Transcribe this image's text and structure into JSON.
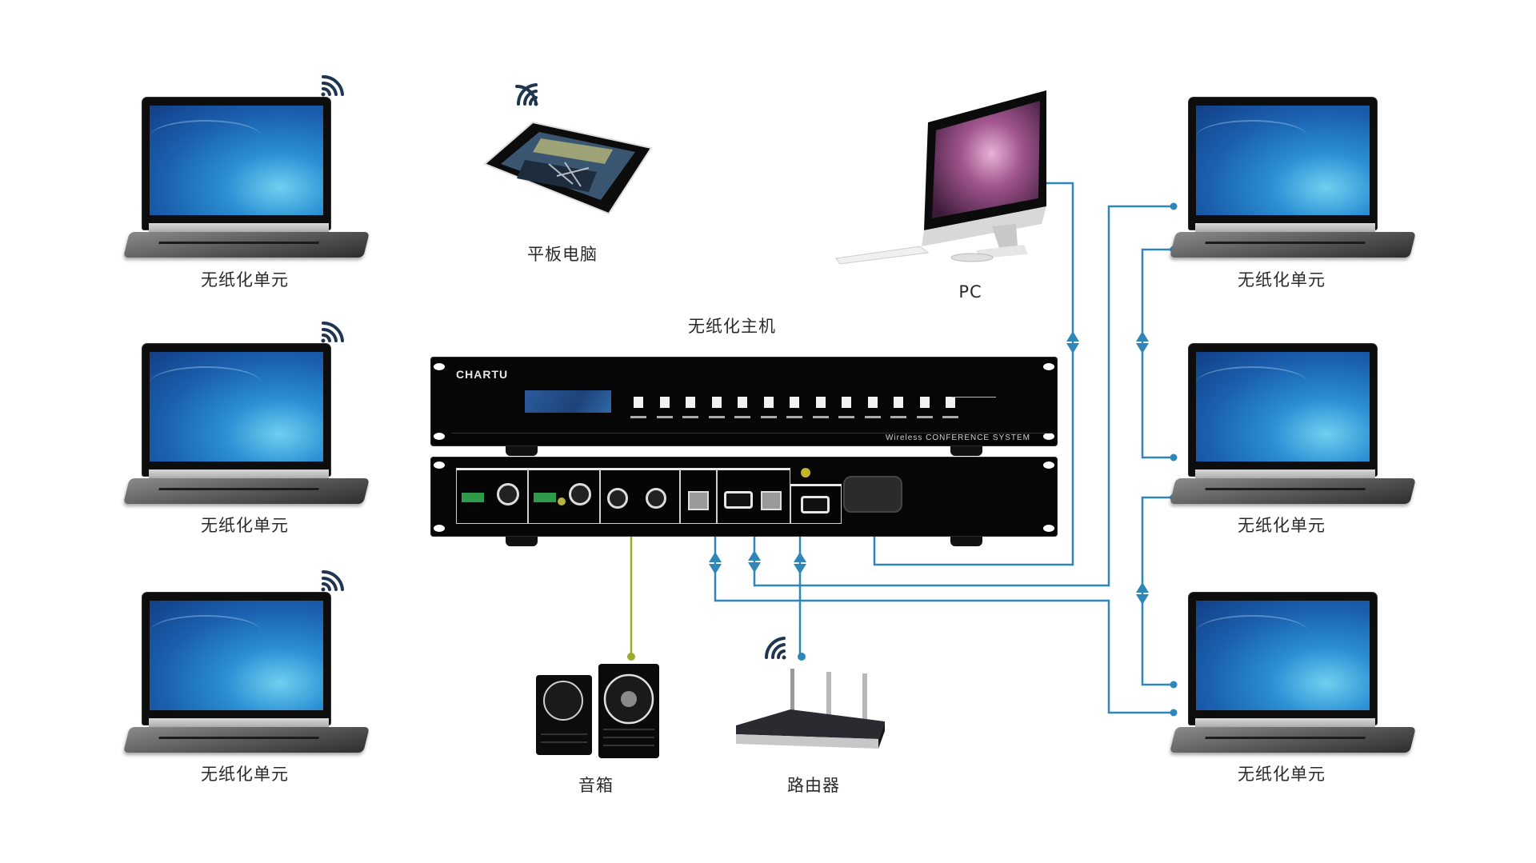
{
  "title": "无纸化会议系统连接示意图",
  "host": {
    "label": "无纸化主机",
    "brand": "CHARTU",
    "system_name": "Wireless CONFERENCE SYSTEM",
    "front_button_count": 13
  },
  "devices": {
    "left_units": [
      {
        "label": "无纸化单元",
        "connection": "wireless"
      },
      {
        "label": "无纸化单元",
        "connection": "wireless"
      },
      {
        "label": "无纸化单元",
        "connection": "wireless"
      }
    ],
    "right_units": [
      {
        "label": "无纸化单元",
        "connection": "wired"
      },
      {
        "label": "无纸化单元",
        "connection": "wired"
      },
      {
        "label": "无纸化单元",
        "connection": "wired"
      }
    ],
    "tablet": {
      "label": "平板电脑",
      "connection": "wireless"
    },
    "pc": {
      "label": "PC",
      "connection": "wired"
    },
    "speaker": {
      "label": "音箱",
      "connection": "audio-out"
    },
    "router": {
      "label": "路由器",
      "connection": "wired"
    }
  },
  "colors": {
    "cable_blue": "#2f86b8",
    "cable_audio": "#9aaa2a",
    "wifi_icon": "#1f3550",
    "background": "#ffffff"
  }
}
